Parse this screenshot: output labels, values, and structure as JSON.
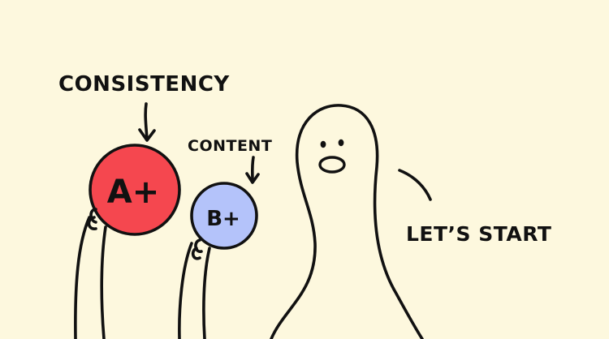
{
  "labels": {
    "consistency": "CONSISTENCY",
    "content": "CONTENT",
    "lets_start": "LET’S START"
  },
  "grades": {
    "red": "A+",
    "blue": "B+"
  },
  "colors": {
    "background": "#FDF8DE",
    "red_ball": "#F5474F",
    "blue_ball": "#B4C3FA",
    "creature": "#FDF8DE",
    "ink": "#111111"
  }
}
